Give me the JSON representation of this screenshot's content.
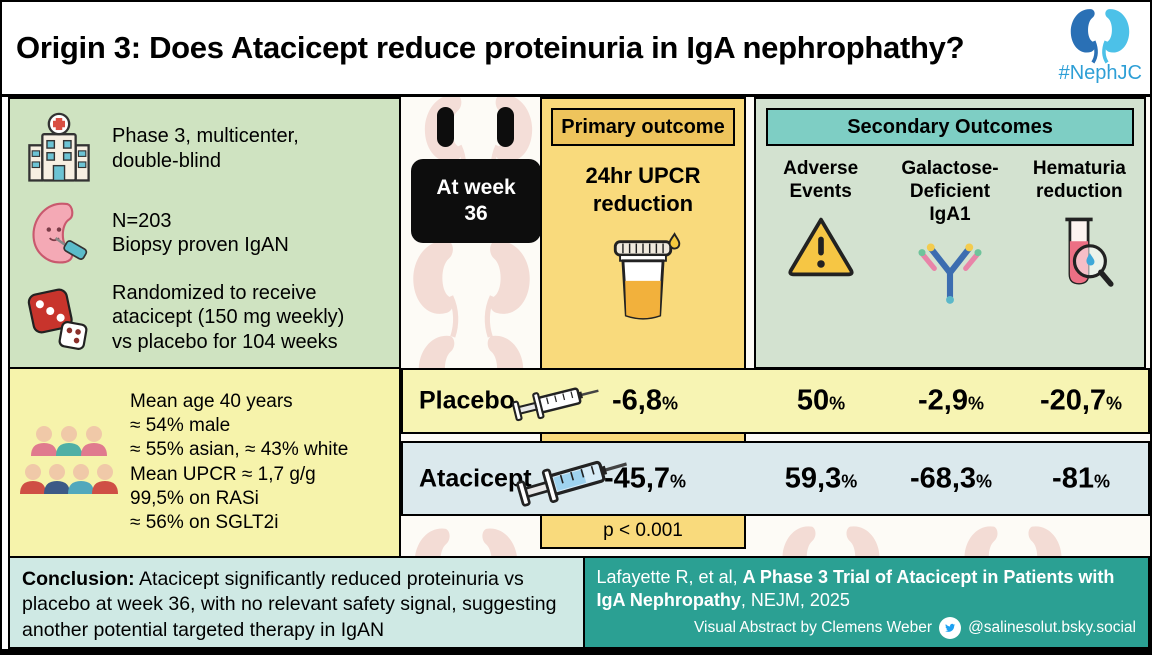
{
  "header": {
    "title": "Origin 3: Does Atacicept reduce proteinuria in IgA nephrophathy?",
    "hashtag": "#NephJC"
  },
  "study": {
    "design": "Phase 3, multicenter,\ndouble-blind",
    "population": "N=203\nBiopsy proven IgAN",
    "randomization": "Randomized to receive\natacicept (150 mg weekly)\nvs placebo for 104 weeks",
    "demographics": "Mean age 40 years\n≈ 54% male\n≈ 55% asian, ≈ 43% white\nMean UPCR ≈ 1,7 g/g\n99,5% on RASi\n≈ 56% on SGLT2i"
  },
  "timeline": {
    "label": "At week\n36"
  },
  "primary_outcome": {
    "header": "Primary outcome",
    "measure": "24hr UPCR\nreduction",
    "p_value": "p < 0.001"
  },
  "secondary_outcomes": {
    "header": "Secondary Outcomes",
    "columns": [
      "Adverse\nEvents",
      "Galactose-\nDeficient\nIgA1",
      "Hematuria\nreduction"
    ]
  },
  "results": {
    "unit": "%",
    "rows": [
      {
        "name": "Placebo",
        "values": [
          "-6,8",
          "50",
          "-2,9",
          "-20,7"
        ]
      },
      {
        "name": "Atacicept",
        "values": [
          "-45,7",
          "59,3",
          "-68,3",
          "-81"
        ]
      }
    ]
  },
  "conclusion": {
    "label": "Conclusion:",
    "text": " Atacicept significantly reduced proteinuria vs placebo at week 36, with no relevant safety signal, suggesting another potential targeted therapy in IgAN"
  },
  "citation": {
    "prefix": "Lafayette R, et al, ",
    "title": "A Phase 3 Trial of Atacicept in Patients with IgA Nephropathy",
    "suffix": ", NEJM, 2025",
    "credit": "Visual Abstract by Clemens Weber",
    "handle": "@salinesolut.bsky.social"
  },
  "colors": {
    "accent_teal": "#2ba093",
    "panel_green": "#cfe3c1",
    "panel_yellow": "#f6f3ab",
    "primary_yellow": "#f9da7c",
    "primary_gold": "#eec45c",
    "secondary_sage": "#d3e2d0",
    "secondary_teal": "#7ecec4",
    "row_placebo": "#f7f4b3",
    "row_atacicept": "#dbe9ed",
    "conclusion_cyan": "#cfe9e4",
    "nephjc_blue": "#2e9fd6"
  }
}
